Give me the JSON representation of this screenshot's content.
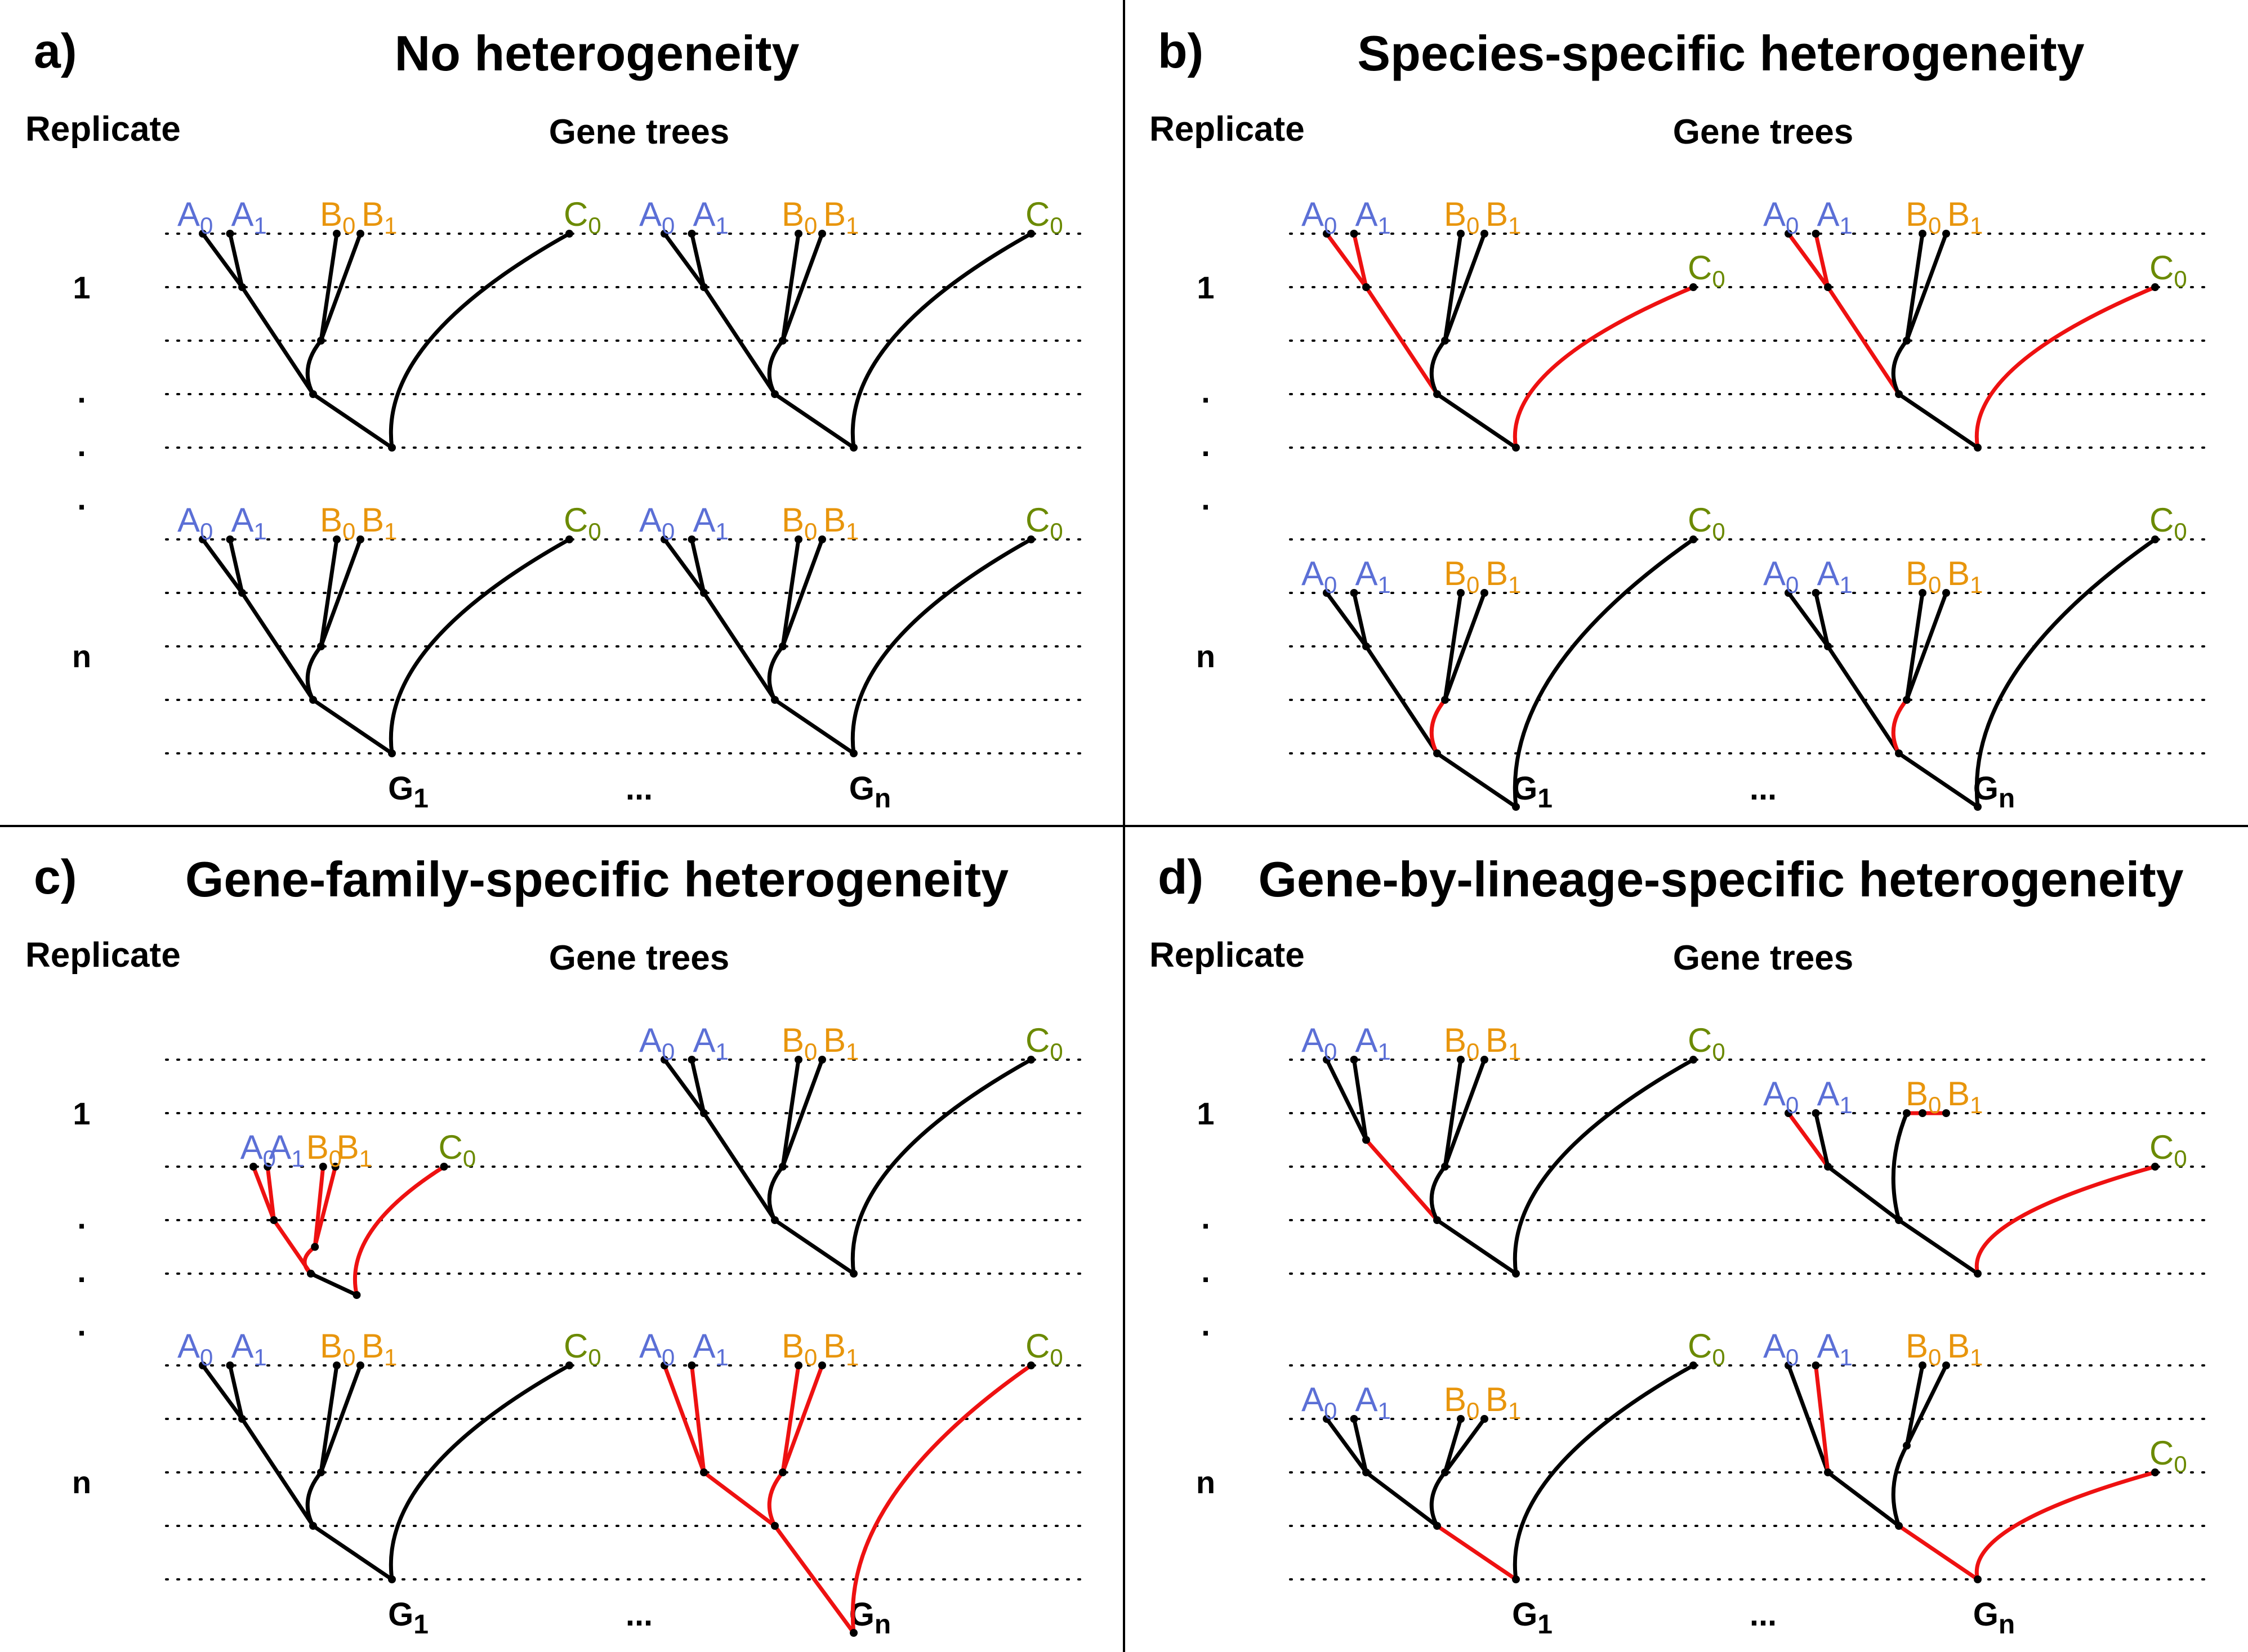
{
  "colors": {
    "taxon_a": "#5b6fd6",
    "taxon_b": "#e8950c",
    "taxon_c": "#6b8a00",
    "branch_default": "#000000",
    "branch_heterogeneous": "#ee1111"
  },
  "panels": [
    {
      "letter": "a)",
      "title": "No heterogeneity",
      "replicate_header": "Replicate",
      "gene_trees_header": "Gene trees",
      "replicate_labels": [
        "1",
        ".",
        ".",
        ".",
        "n"
      ],
      "gene_labels": [
        {
          "base": "G",
          "sub": "1"
        },
        {
          "base": "...",
          "sub": ""
        },
        {
          "base": "G",
          "sub": "n"
        }
      ]
    },
    {
      "letter": "b)",
      "title": "Species-specific heterogeneity",
      "replicate_header": "Replicate",
      "gene_trees_header": "Gene trees",
      "replicate_labels": [
        "1",
        ".",
        ".",
        ".",
        "n"
      ],
      "gene_labels": [
        {
          "base": "G",
          "sub": "1"
        },
        {
          "base": "...",
          "sub": ""
        },
        {
          "base": "G",
          "sub": "n"
        }
      ]
    },
    {
      "letter": "c)",
      "title": "Gene-family-specific heterogeneity",
      "replicate_header": "Replicate",
      "gene_trees_header": "Gene trees",
      "replicate_labels": [
        "1",
        ".",
        ".",
        ".",
        "n"
      ],
      "gene_labels": [
        {
          "base": "G",
          "sub": "1"
        },
        {
          "base": "...",
          "sub": ""
        },
        {
          "base": "G",
          "sub": "n"
        }
      ]
    },
    {
      "letter": "d)",
      "title": "Gene-by-lineage-specific heterogeneity",
      "replicate_header": "Replicate",
      "gene_trees_header": "Gene trees",
      "replicate_labels": [
        "1",
        ".",
        ".",
        ".",
        "n"
      ],
      "gene_labels": [
        {
          "base": "G",
          "sub": "1"
        },
        {
          "base": "...",
          "sub": ""
        },
        {
          "base": "G",
          "sub": "n"
        }
      ]
    }
  ],
  "taxa": [
    {
      "base": "A",
      "sub": "0",
      "group": "taxon_a"
    },
    {
      "base": "A",
      "sub": "1",
      "group": "taxon_a"
    },
    {
      "base": "B",
      "sub": "0",
      "group": "taxon_b"
    },
    {
      "base": "B",
      "sub": "1",
      "group": "taxon_b"
    },
    {
      "base": "C",
      "sub": "0",
      "group": "taxon_c"
    }
  ]
}
